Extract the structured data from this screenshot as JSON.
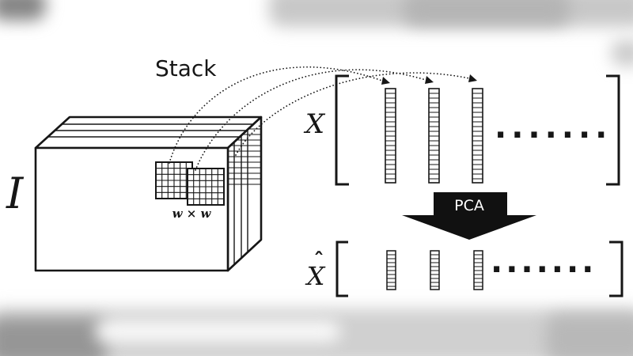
{
  "figure": {
    "ink_color": "#161616",
    "stack_label": "Stack",
    "image_cube": {
      "label": "I",
      "patch_label": "w × w"
    },
    "matrix_x": {
      "label": "X",
      "ellipsis": "·······"
    },
    "pca_arrow": {
      "label": "PCA",
      "fill_color": "#111111",
      "text_color": "#ffffff"
    },
    "matrix_xhat": {
      "label": "X",
      "hat_accent": "ˆ",
      "ellipsis": "·······"
    }
  }
}
